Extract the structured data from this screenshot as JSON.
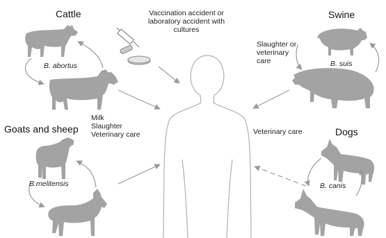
{
  "groups": {
    "cattle": {
      "title": "Cattle",
      "species": "B. abortus"
    },
    "swine": {
      "title": "Swine",
      "species": "B. suis"
    },
    "goats": {
      "title": "Goats and sheep",
      "species": "B.melitensis"
    },
    "dogs": {
      "title": "Dogs",
      "species": "B. canis"
    }
  },
  "routes": {
    "lab": "Vaccination accident or laboratory accident with cultures",
    "swine": "Slaughter or veterinary care",
    "goats": [
      "Milk",
      "Slaughter",
      "Veterinary care"
    ],
    "dogs": "Veterinary care"
  },
  "colors": {
    "silhouette": "#a3a3a3",
    "arrow": "#9a9a9a",
    "human_outline": "#b0b0b0"
  }
}
